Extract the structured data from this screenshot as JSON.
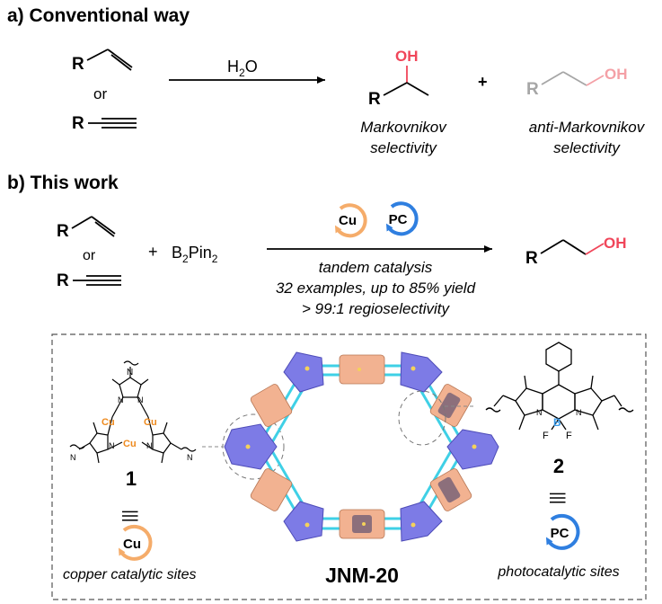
{
  "section_a": {
    "title": "a) Conventional way",
    "or": "or",
    "reagent": "H",
    "reagent_sub": "2",
    "reagent_tail": "O",
    "plus": "+",
    "r_label": "R",
    "oh_label": "OH",
    "markov_line1": "Markovnikov",
    "markov_line2": "selectivity",
    "anti_line1": "anti-Markovnikov",
    "anti_line2": "selectivity"
  },
  "section_b": {
    "title": "b) This work",
    "or": "or",
    "plus": "+",
    "reagent_b": "B",
    "reagent_sub1": "2",
    "reagent_pin": "Pin",
    "reagent_sub2": "2",
    "badge_cu": "Cu",
    "badge_pc": "PC",
    "cond1": "tandem catalysis",
    "cond2": "32 examples, up to 85% yield",
    "cond3": "> 99:1 regioselectivity",
    "r_label": "R",
    "oh_label": "OH"
  },
  "panel": {
    "cu_atom": "Cu",
    "n_atom": "N",
    "b_atom": "B",
    "f_atom": "F",
    "compound1": "1",
    "compound2": "2",
    "equiv": "|||",
    "badge_cu": "Cu",
    "badge_pc": "PC",
    "copper_caption": "copper catalytic sites",
    "photo_caption": "photocatalytic sites",
    "mof_name": "JNM-20"
  },
  "colors": {
    "hydroxyl_red": "#f0465a",
    "faded_gray": "#a6a6a6",
    "faded_pink": "#f4a0a6",
    "cu_orange": "#f5ac6a",
    "cu_text": "#ee8a1e",
    "pc_blue": "#2f7fe0",
    "boron_blue": "#3a9be8",
    "linker_cyan": "#3fd0e6",
    "node_blue": "#7d7be6",
    "node_salmon": "#f2b291"
  }
}
